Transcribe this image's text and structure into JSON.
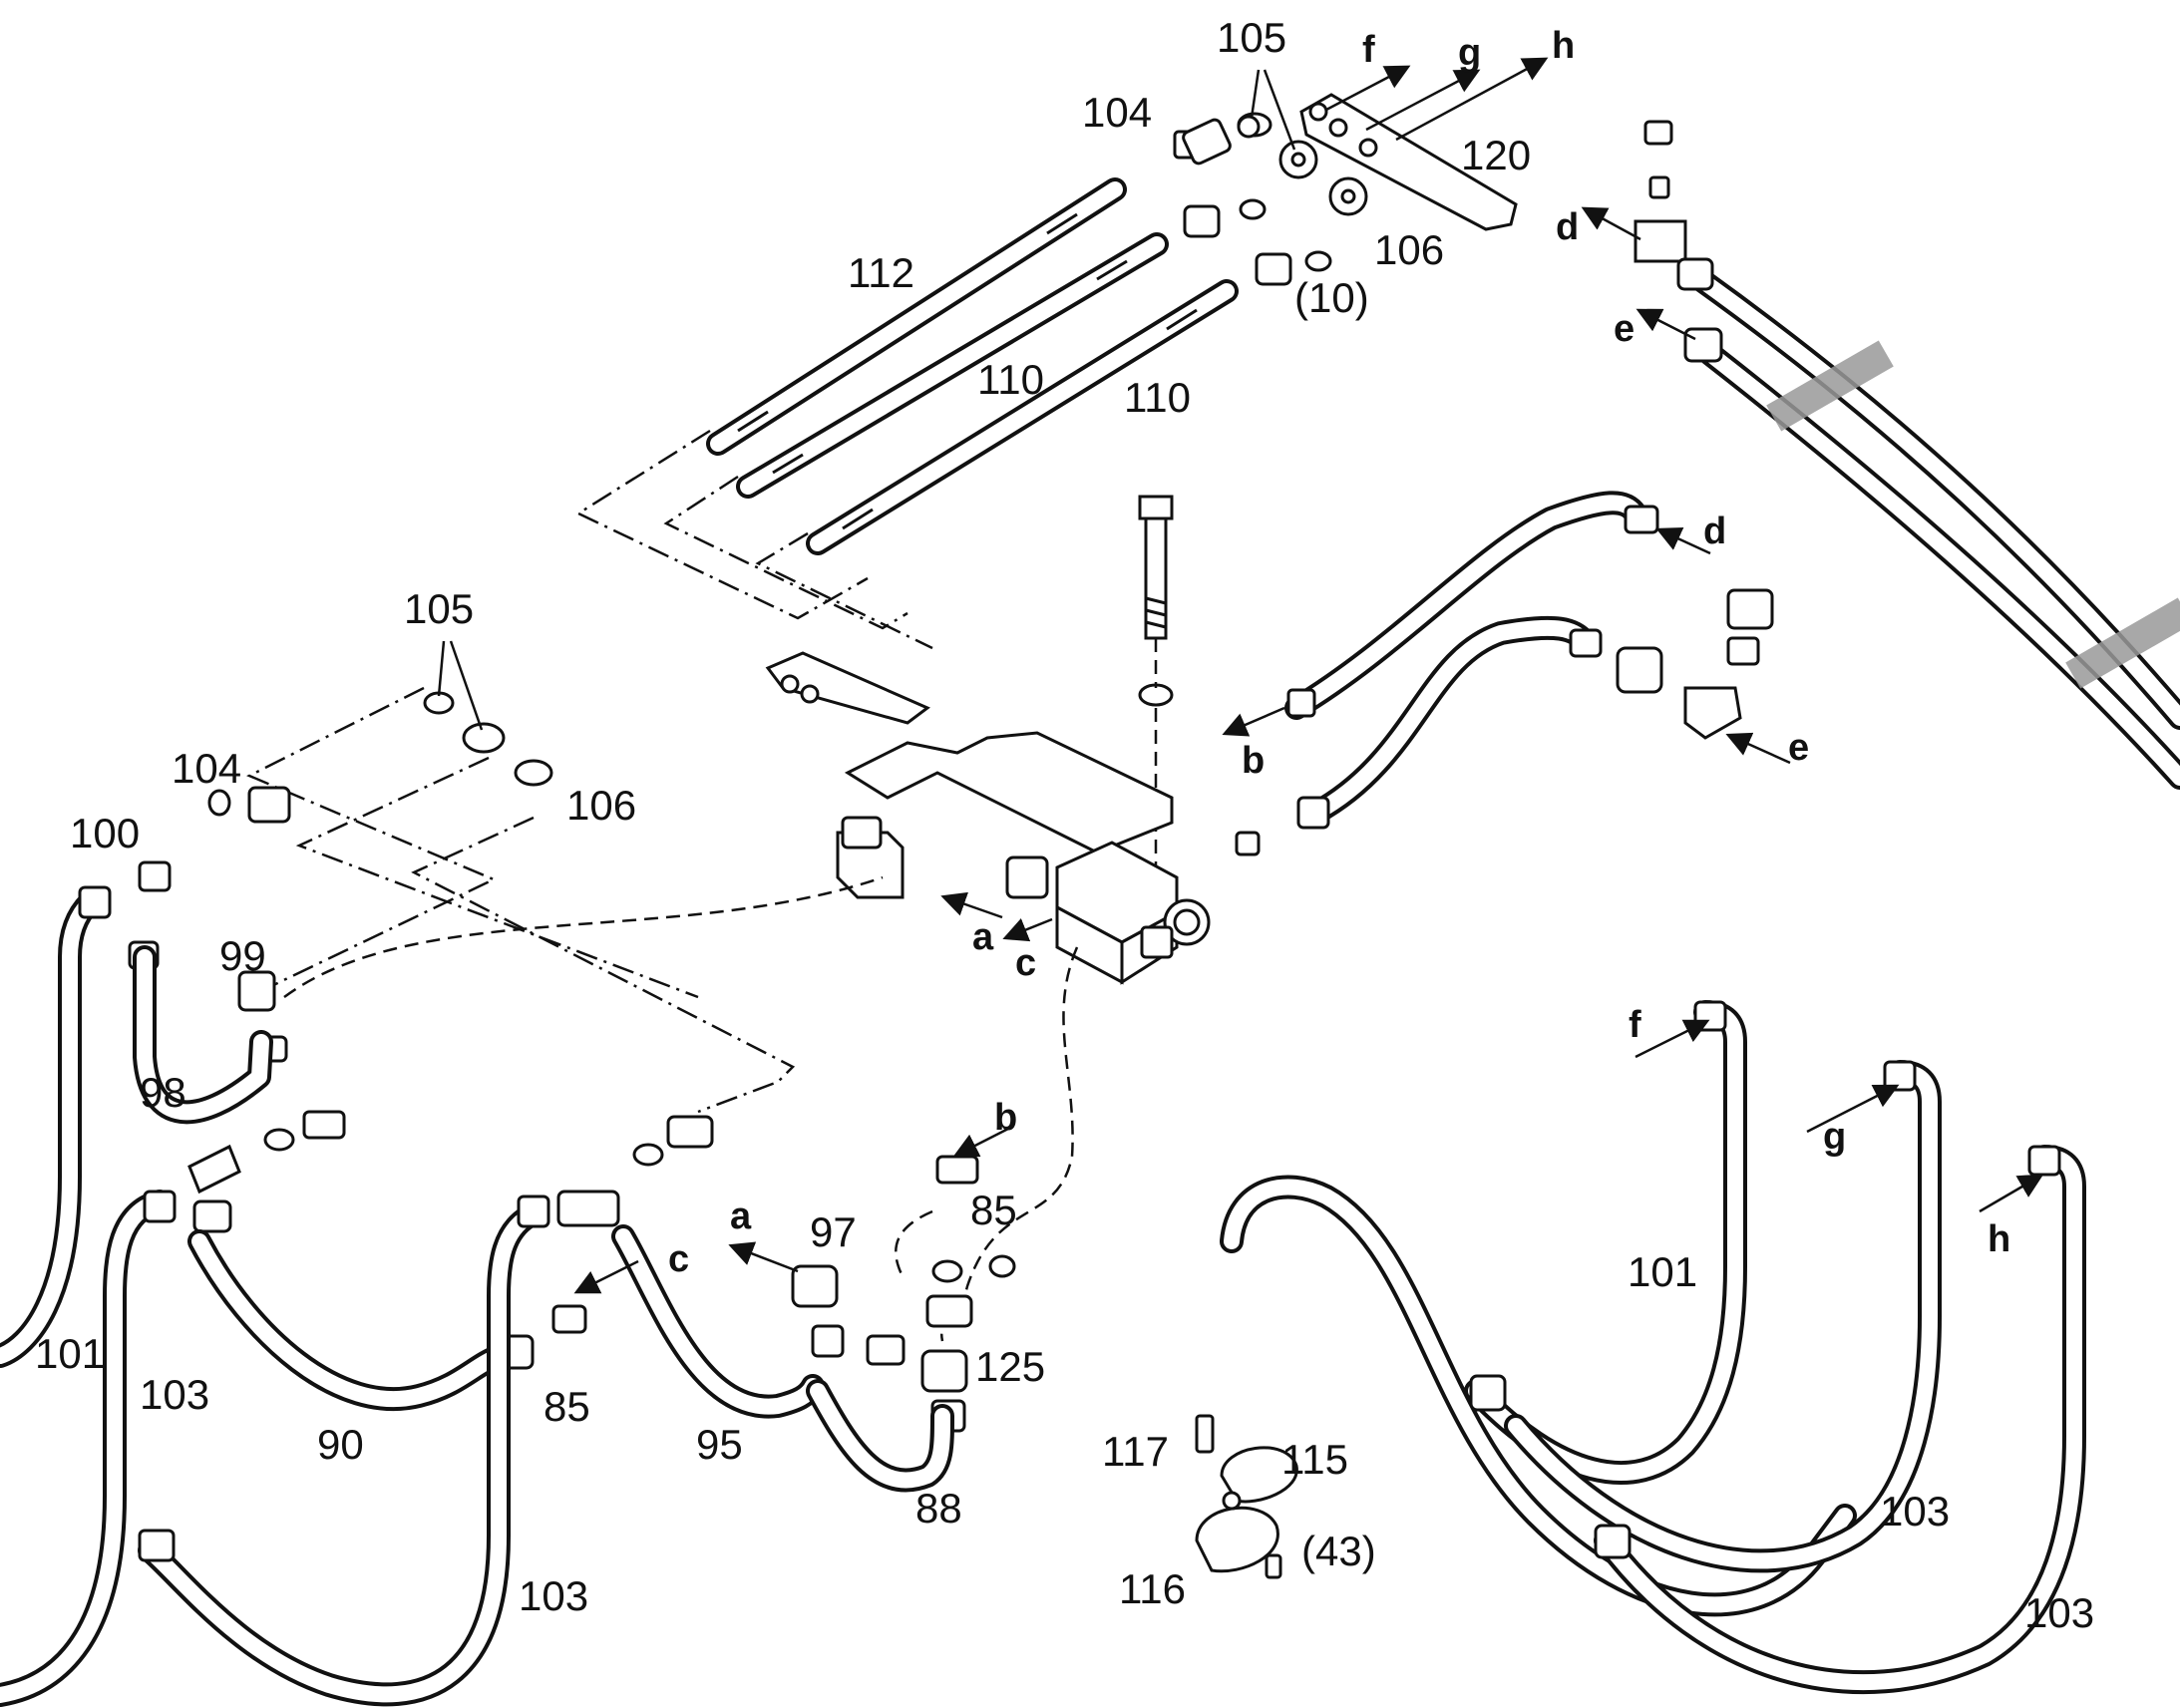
{
  "part_labels": [
    {
      "id": "p105a",
      "text": "105"
    },
    {
      "id": "p104a",
      "text": "104"
    },
    {
      "id": "p120",
      "text": "120"
    },
    {
      "id": "p112",
      "text": "112"
    },
    {
      "id": "p106a",
      "text": "106"
    },
    {
      "id": "p10",
      "text": "(10)"
    },
    {
      "id": "p110a",
      "text": "110"
    },
    {
      "id": "p110b",
      "text": "110"
    },
    {
      "id": "p105b",
      "text": "105"
    },
    {
      "id": "p104b",
      "text": "104"
    },
    {
      "id": "p106b",
      "text": "106"
    },
    {
      "id": "p100",
      "text": "100"
    },
    {
      "id": "p99",
      "text": "99"
    },
    {
      "id": "p98",
      "text": "98"
    },
    {
      "id": "p85a",
      "text": "85"
    },
    {
      "id": "p97",
      "text": "97"
    },
    {
      "id": "p125",
      "text": "125"
    },
    {
      "id": "p85b",
      "text": "85"
    },
    {
      "id": "p90",
      "text": "90"
    },
    {
      "id": "p95",
      "text": "95"
    },
    {
      "id": "p88",
      "text": "88"
    },
    {
      "id": "p101a",
      "text": "101"
    },
    {
      "id": "p103a",
      "text": "103"
    },
    {
      "id": "p103b",
      "text": "103"
    },
    {
      "id": "p117",
      "text": "117"
    },
    {
      "id": "p115",
      "text": "115"
    },
    {
      "id": "p116",
      "text": "116"
    },
    {
      "id": "p43",
      "text": "(43)"
    },
    {
      "id": "p101b",
      "text": "101"
    },
    {
      "id": "p103c",
      "text": "103"
    },
    {
      "id": "p103d",
      "text": "103"
    }
  ],
  "connection_letters": [
    {
      "id": "lf1",
      "text": "f"
    },
    {
      "id": "lg1",
      "text": "g"
    },
    {
      "id": "lh1",
      "text": "h"
    },
    {
      "id": "ld1",
      "text": "d"
    },
    {
      "id": "le1",
      "text": "e"
    },
    {
      "id": "ld2",
      "text": "d"
    },
    {
      "id": "lb1",
      "text": "b"
    },
    {
      "id": "le2",
      "text": "e"
    },
    {
      "id": "la1",
      "text": "a"
    },
    {
      "id": "lc1",
      "text": "c"
    },
    {
      "id": "lb2",
      "text": "b"
    },
    {
      "id": "la2",
      "text": "a"
    },
    {
      "id": "lc2",
      "text": "c"
    },
    {
      "id": "lf2",
      "text": "f"
    },
    {
      "id": "lg2",
      "text": "g"
    },
    {
      "id": "lh2",
      "text": "h"
    }
  ]
}
